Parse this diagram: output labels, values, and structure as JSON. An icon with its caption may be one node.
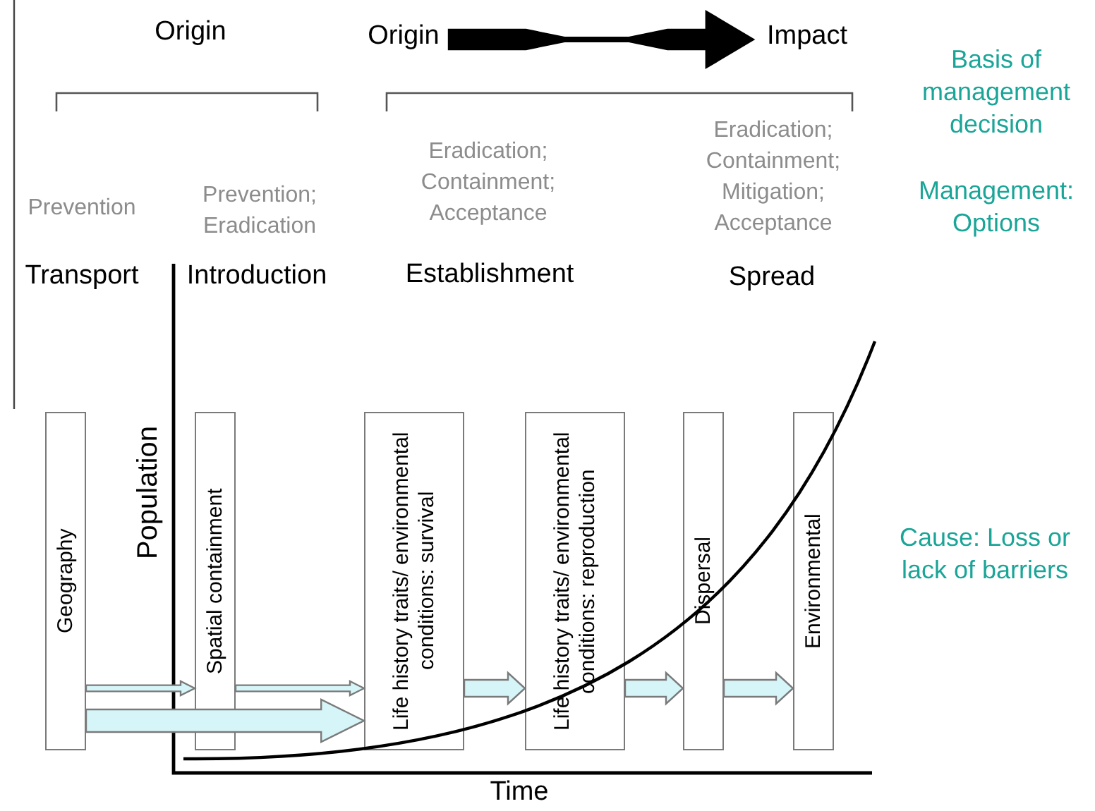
{
  "diagram": {
    "nodes": [
      {
        "text": [
          "Origin"
        ]
      },
      {
        "text": [
          "Impact"
        ]
      },
      {
        "text": [
          "Geography"
        ]
      },
      {
        "text": [
          "Spatial containment"
        ]
      },
      {
        "text": [
          "Life history traits/ environmental conditions: survival"
        ]
      },
      {
        "text": [
          "Life history traits/ environmental conditions: reproduction"
        ]
      },
      {
        "text": [
          "Dispersal"
        ]
      },
      {
        "text": [
          "Environmental"
        ]
      }
    ],
    "edges": [
      {
        "from": 0,
        "to": 1,
        "arrow": "to",
        "style": "thick",
        "color": "#000000"
      },
      {
        "from": 2,
        "to": 3,
        "arrow": "to"
      },
      {
        "from": 3,
        "to": 4,
        "arrow": "to"
      },
      {
        "from": 2,
        "to": 4,
        "arrow": "to",
        "style": "thick"
      },
      {
        "from": 4,
        "to": 5,
        "arrow": "to"
      },
      {
        "from": 5,
        "to": 6,
        "arrow": "to"
      },
      {
        "from": 6,
        "to": 7,
        "arrow": "to"
      }
    ],
    "labels": [
      "Origin",
      "Basis of management decision",
      "Prevention",
      "Prevention; Eradication",
      "Eradication; Containment; Acceptance",
      "Eradication; Containment; Mitigation; Acceptance",
      "Management: Options",
      "Transport",
      "Introduction",
      "Establishment",
      "Spread",
      "Population",
      "Cause: Loss or lack of barriers",
      "Time"
    ]
  }
}
